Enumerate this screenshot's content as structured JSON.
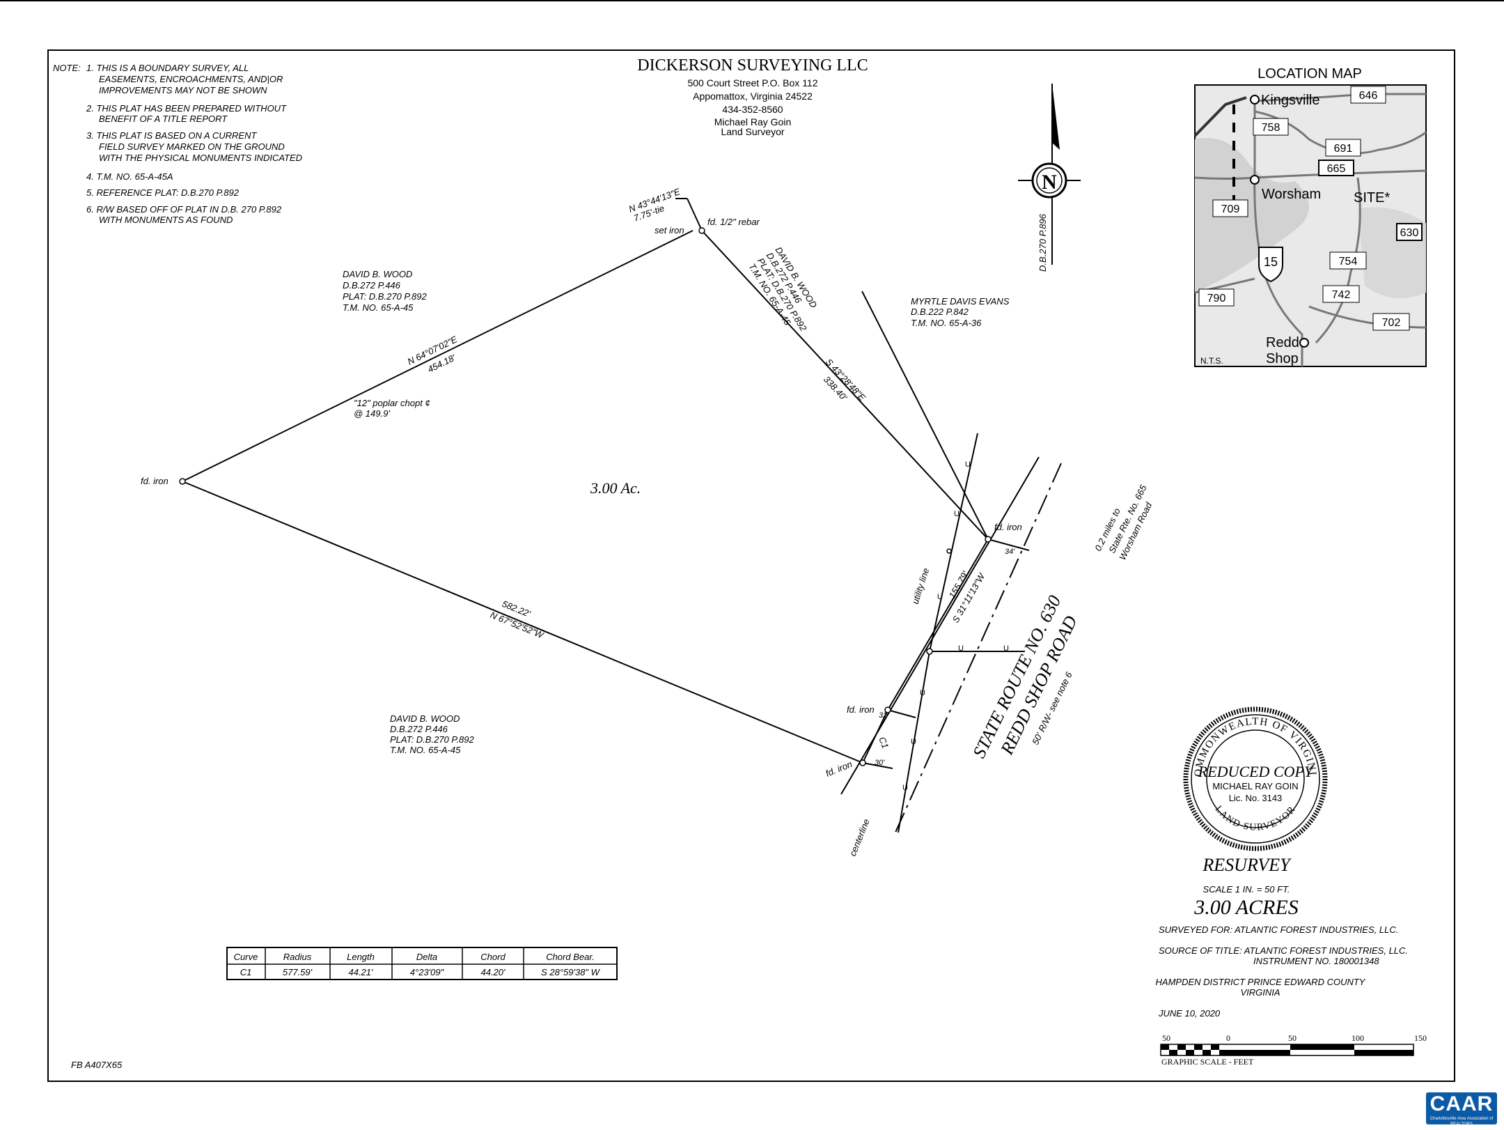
{
  "notes": {
    "header": "NOTE:",
    "lines": [
      "1.  THIS IS A BOUNDARY SURVEY, ALL",
      "EASEMENTS, ENCROACHMENTS, AND|OR",
      "IMPROVEMENTS MAY NOT BE SHOWN",
      "2.  THIS PLAT HAS BEEN PREPARED WITHOUT",
      "BENEFIT OF A TITLE REPORT",
      "3.  THIS PLAT IS BASED ON A CURRENT",
      "FIELD SURVEY MARKED ON THE GROUND",
      "WITH THE PHYSICAL MONUMENTS INDICATED",
      "4.  T.M. NO. 65-A-45A",
      "5.  REFERENCE PLAT: D.B.270 P.892",
      "6.  R/W BASED OFF OF PLAT IN D.B. 270 P.892",
      "WITH MONUMENTS AS FOUND"
    ]
  },
  "company": {
    "name": "DICKERSON SURVEYING LLC",
    "address": "500 Court Street P.O. Box 112",
    "city": "Appomattox, Virginia 24522",
    "phone": "434-352-8560",
    "surveyor": "Michael Ray Goin",
    "title": "Land Surveyor"
  },
  "location_map": {
    "title": "LOCATION MAP",
    "places": [
      "Kingsville",
      "Worsham",
      "SITE*",
      "Redd",
      "Shop"
    ],
    "routes": [
      "646",
      "758",
      "691",
      "665",
      "709",
      "630",
      "15",
      "754",
      "790",
      "742",
      "702"
    ],
    "nts": "N.T.S."
  },
  "north_arrow": {
    "letter": "N",
    "ref": "D.B.270 P.896"
  },
  "parcels": {
    "wood_north": [
      "DAVID B. WOOD",
      "D.B.272 P.446",
      "PLAT: D.B.270 P.892",
      "T.M. NO. 65-A-45"
    ],
    "wood_east": [
      "DAVID B. WOOD",
      "D.B.272 P.446",
      "PLAT: D.B.270 P.892",
      "T.M. NO. 65-A-45"
    ],
    "evans": [
      "MYRTLE DAVIS EVANS",
      "D.B.222 P.842",
      "T.M. NO. 65-A-36"
    ],
    "wood_south": [
      "DAVID B. WOOD",
      "D.B.272 P.446",
      "PLAT: D.B.270 P.892",
      "T.M. NO. 65-A-45"
    ]
  },
  "calls": {
    "tie_bearing": "N 43°44'13\"E",
    "tie_dist": "7.75'-tie",
    "set_iron": "set iron",
    "rebar": "fd. 1/2\" rebar",
    "nw_bearing": "N 64°07'02\"E",
    "nw_dist": "454.18'",
    "poplar1": "\"12\" poplar chopt ¢",
    "poplar2": "@ 149.9'",
    "ne_bearing": "S 43°28'48\"E",
    "ne_dist": "338.40'",
    "west_iron": "fd. iron",
    "area": "3.00 Ac.",
    "s_dist": "582.22'",
    "s_bearing": "N 67°52'52\"W",
    "east_iron": "fd. iron",
    "east_bearing": "S 31°11'13\"W",
    "east_dist": "155.79'",
    "utility": "utility line",
    "offset_34": "34'",
    "iron_mid": "fd. iron",
    "offset_32": "32'",
    "curve_label": "C1",
    "iron_bottom": "fd. iron",
    "offset_30": "30'",
    "centerline": "centerline",
    "u": "U"
  },
  "road": {
    "line1": "STATE ROUTE NO. 630",
    "line2": "REDD SHOP ROAD",
    "line3": "50' R/W- see note 6",
    "dist1": "0.2 miles to",
    "dist2": "State Rte. No. 665",
    "dist3": "Worsham Road"
  },
  "seal": {
    "outer": "COMMONWEALTH OF VIRGINIA",
    "reduced": "REDUCED COPY",
    "name": "MICHAEL RAY GOIN",
    "lic": "Lic. No. 3143",
    "bottom": "LAND SURVEYOR"
  },
  "title_block": {
    "resurvey": "RESURVEY",
    "scale": "SCALE 1 IN. = 50 FT.",
    "acres": "3.00 ACRES",
    "surveyed_for": "SURVEYED FOR: ATLANTIC FOREST INDUSTRIES, LLC.",
    "source1": "SOURCE OF TITLE: ATLANTIC FOREST INDUSTRIES, LLC.",
    "source2": "INSTRUMENT NO. 180001348",
    "district1": "HAMPDEN DISTRICT   PRINCE EDWARD COUNTY",
    "district2": "VIRGINIA",
    "date": "JUNE 10, 2020",
    "scale_ticks": [
      "50",
      "0",
      "50",
      "100",
      "150"
    ],
    "graphic_scale": "GRAPHIC SCALE - FEET"
  },
  "curve_table": {
    "headers": [
      "Curve",
      "Radius",
      "Length",
      "Delta",
      "Chord",
      "Chord Bear."
    ],
    "rows": [
      [
        "C1",
        "577.59'",
        "44.21'",
        "4°23'09\"",
        "44.20'",
        "S 28°59'38\" W"
      ]
    ]
  },
  "fb": "FB A407X65",
  "badge": {
    "name": "CAAR",
    "tagline": "Charlottesville Area Association of REALTORS"
  }
}
